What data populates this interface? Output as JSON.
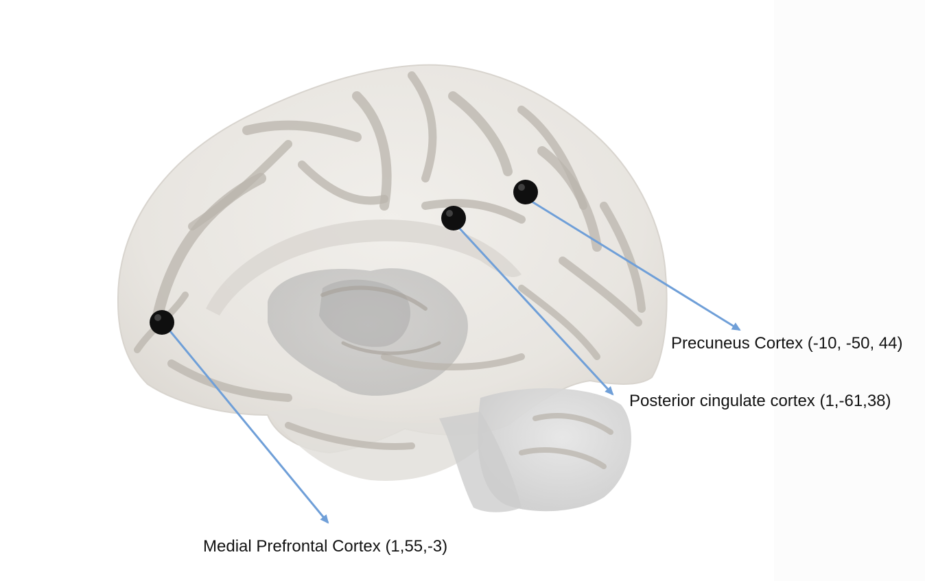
{
  "colors": {
    "background": "#ffffff",
    "arrow": "#6f9fd8",
    "marker": "#111111",
    "brain_surface": "#e9e6e1",
    "brain_shadow": "#c9c5bf",
    "label_text": "#111111"
  },
  "regions": [
    {
      "id": "precuneus",
      "label": "Precuneus Cortex (-10, -50, 44)"
    },
    {
      "id": "pcc",
      "label": "Posterior cingulate cortex (1,-61,38)"
    },
    {
      "id": "mpfc",
      "label": "Medial Prefrontal Cortex (1,55,-3)"
    }
  ]
}
